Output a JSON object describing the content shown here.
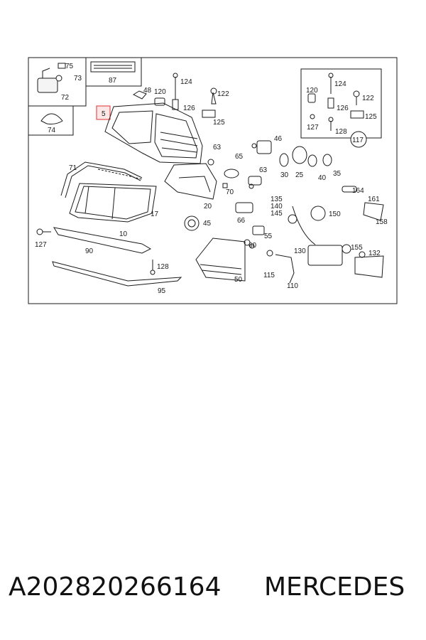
{
  "diagram": {
    "highlighted_callout": "5",
    "callouts": {
      "c75": "75",
      "c73": "73",
      "c72": "72",
      "c74": "74",
      "c87": "87",
      "c48": "48",
      "c120": "120",
      "c124": "124",
      "c122": "122",
      "c126": "126",
      "c125": "125",
      "c5": "5",
      "c71": "71",
      "c10": "10",
      "c17": "17",
      "c127": "127",
      "c90": "90",
      "c128": "128",
      "c95": "95",
      "c63a": "63",
      "c65": "65",
      "c20": "20",
      "c70": "70",
      "c45": "45",
      "c66": "66",
      "c50": "50",
      "c46": "46",
      "c63b": "63",
      "c60": "60",
      "c55": "55",
      "c115": "115",
      "c110": "110",
      "c135": "135",
      "c140": "140",
      "c145": "145",
      "c130": "130",
      "c30": "30",
      "c25": "25",
      "c40": "40",
      "c35": "35",
      "c150": "150",
      "c164": "164",
      "c161": "161",
      "c158": "158",
      "c155": "155",
      "c132": "132",
      "i120": "120",
      "i124": "124",
      "i122": "122",
      "i126": "126",
      "i125": "125",
      "i127": "127",
      "i128": "128",
      "i117": "117"
    },
    "colors": {
      "line": "#1a1a1a",
      "highlight": "#e03030",
      "highlight_fill": "#fde6e6"
    }
  },
  "footer": {
    "part_number": "A202820266164",
    "brand": "MERCEDES"
  }
}
